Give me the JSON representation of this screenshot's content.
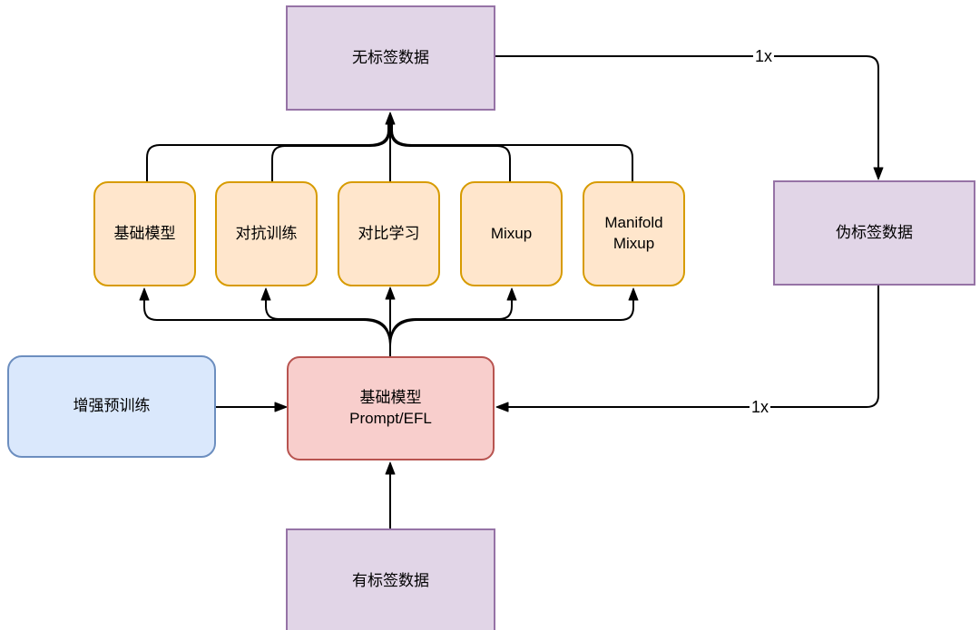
{
  "nodes": {
    "unlabeled_data": {
      "label": "无标签数据"
    },
    "base_model": {
      "label": "基础模型"
    },
    "adversarial_training": {
      "label": "对抗训练"
    },
    "contrastive_learning": {
      "label": "对比学习"
    },
    "mixup": {
      "label": "Mixup"
    },
    "manifold_mixup": {
      "line1": "Manifold",
      "line2": "Mixup"
    },
    "augmented_pretraining": {
      "label": "增强预训练"
    },
    "base_model_prompt_efl": {
      "line1": "基础模型",
      "line2": "Prompt/EFL"
    },
    "pseudo_labeled_data": {
      "label": "伪标签数据"
    },
    "labeled_data": {
      "label": "有标签数据"
    }
  },
  "edge_labels": {
    "unlabeled_to_pseudo": "1x",
    "pseudo_to_base": "1x"
  },
  "colors": {
    "purple_fill": "#E1D5E7",
    "purple_stroke": "#9673A6",
    "orange_fill": "#FFE6CC",
    "orange_stroke": "#D79B00",
    "blue_fill": "#DAE8FC",
    "blue_stroke": "#6C8EBF",
    "red_fill": "#F8CECC",
    "red_stroke": "#B85450",
    "edge_stroke": "#000000",
    "background": "#FFFFFF"
  }
}
